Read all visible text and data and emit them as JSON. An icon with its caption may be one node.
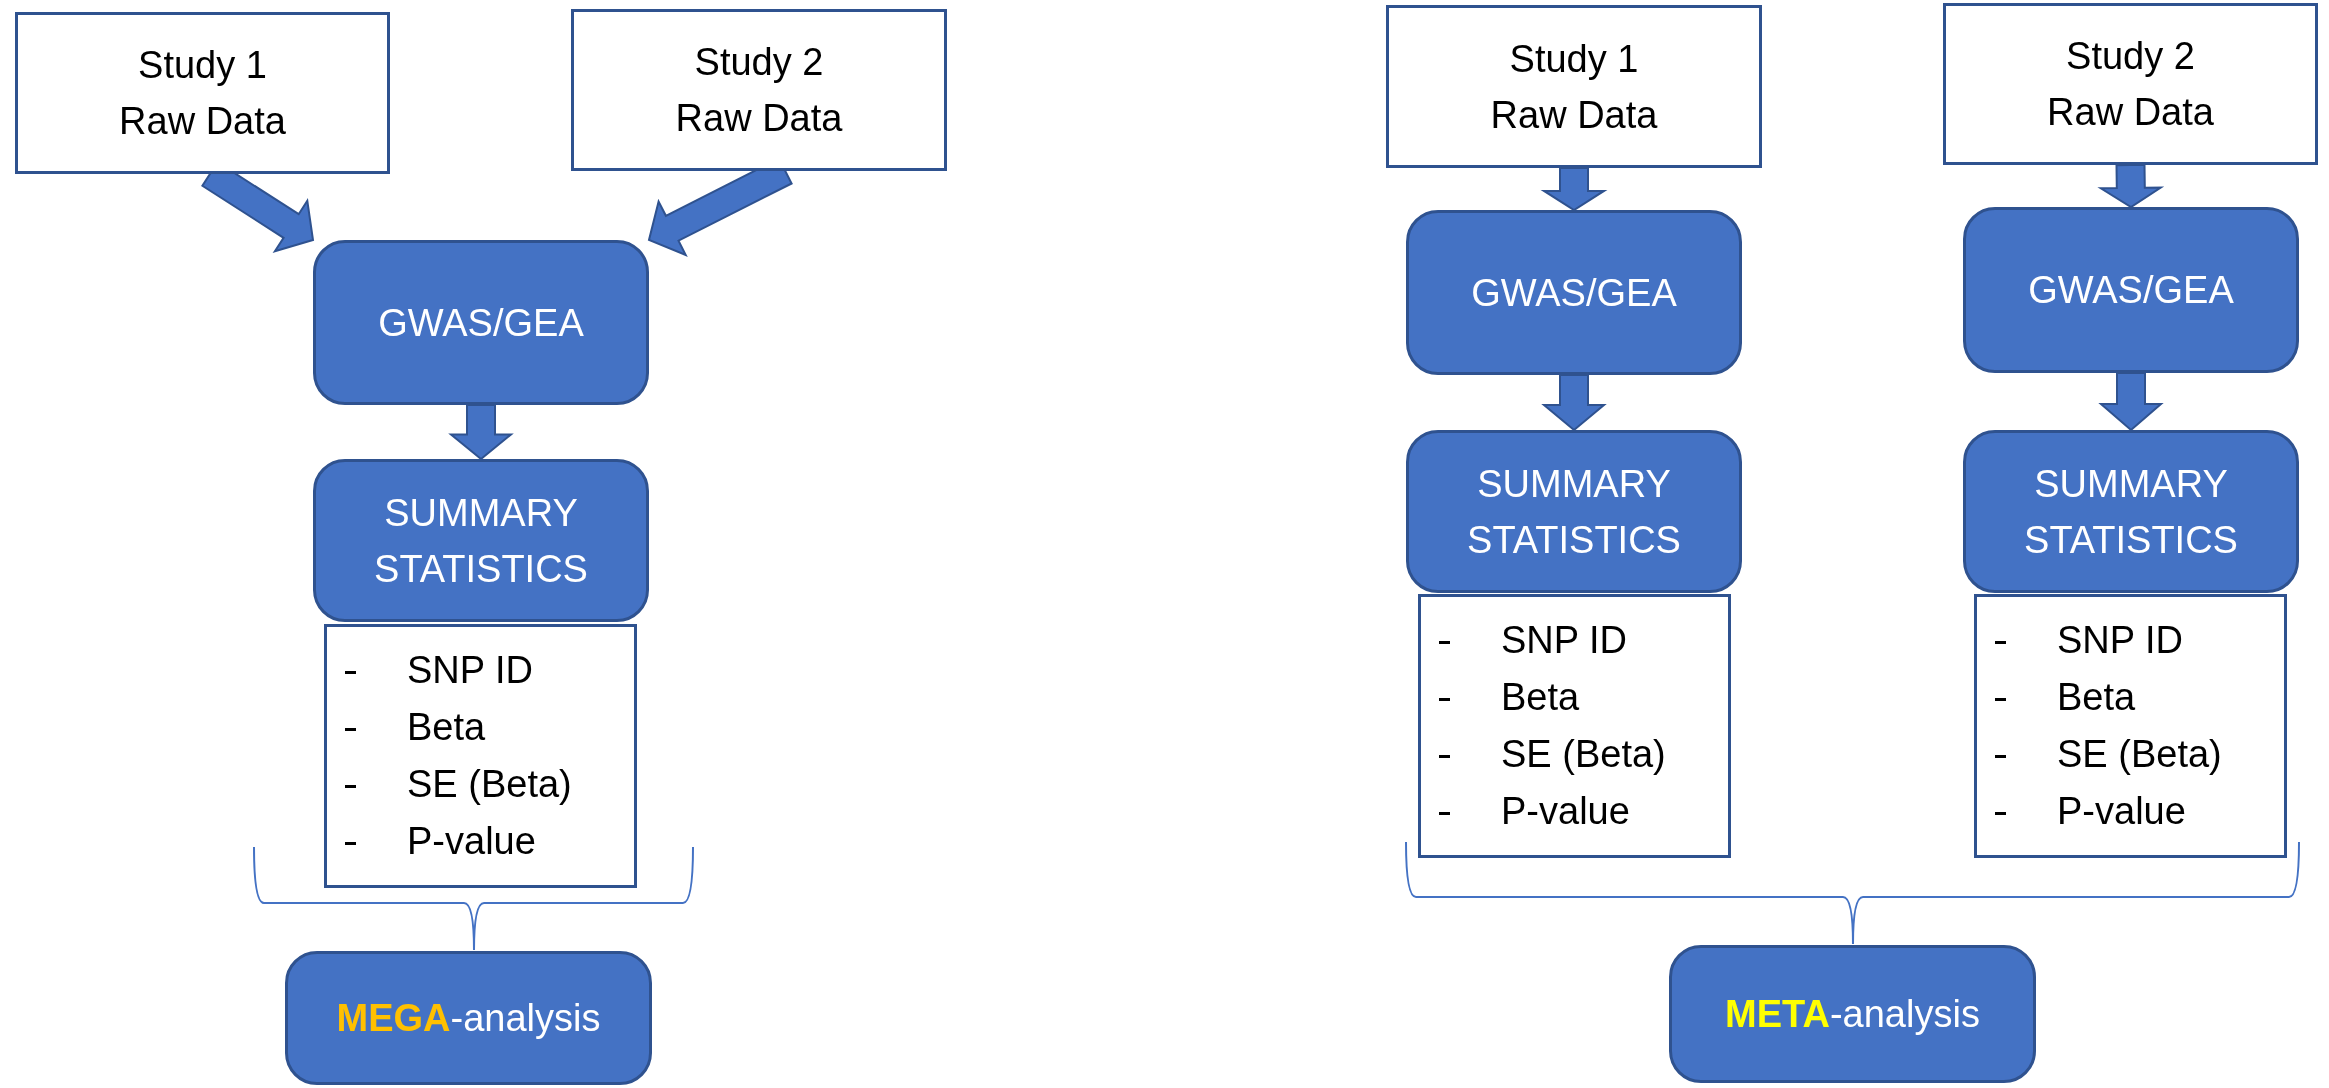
{
  "diagram": {
    "nodes": [
      {
        "text": [
          "Study 1 Raw Data"
        ]
      },
      {
        "text": [
          "Study 2 Raw Data"
        ]
      },
      {
        "text": [
          "GWAS/GEA"
        ]
      },
      {
        "text": [
          "SUMMARY STATISTICS"
        ]
      },
      {
        "text": [
          "SNP ID",
          "Beta",
          "SE (Beta)",
          "P-value"
        ]
      },
      {
        "text": [
          "**MEGA**-analysis"
        ]
      },
      {
        "text": [
          "Study 1 Raw Data"
        ]
      },
      {
        "text": [
          "Study 2 Raw Data"
        ]
      },
      {
        "text": [
          "GWAS/GEA"
        ]
      },
      {
        "text": [
          "GWAS/GEA"
        ]
      },
      {
        "text": [
          "SUMMARY STATISTICS"
        ]
      },
      {
        "text": [
          "SUMMARY STATISTICS"
        ]
      },
      {
        "text": [
          "SNP ID",
          "Beta",
          "SE (Beta)",
          "P-value"
        ]
      },
      {
        "text": [
          "SNP ID",
          "Beta",
          "SE (Beta)",
          "P-value"
        ]
      },
      {
        "text": [
          "**META**-analysis"
        ]
      }
    ],
    "edges": [
      {
        "from": 0,
        "to": 2,
        "arrow": "to"
      },
      {
        "from": 1,
        "to": 2,
        "arrow": "to"
      },
      {
        "from": 2,
        "to": 3,
        "arrow": "to"
      },
      {
        "from": 6,
        "to": 8,
        "arrow": "to"
      },
      {
        "from": 7,
        "to": 9,
        "arrow": "to"
      },
      {
        "from": 8,
        "to": 10,
        "arrow": "to"
      },
      {
        "from": 9,
        "to": 11,
        "arrow": "to"
      }
    ]
  }
}
